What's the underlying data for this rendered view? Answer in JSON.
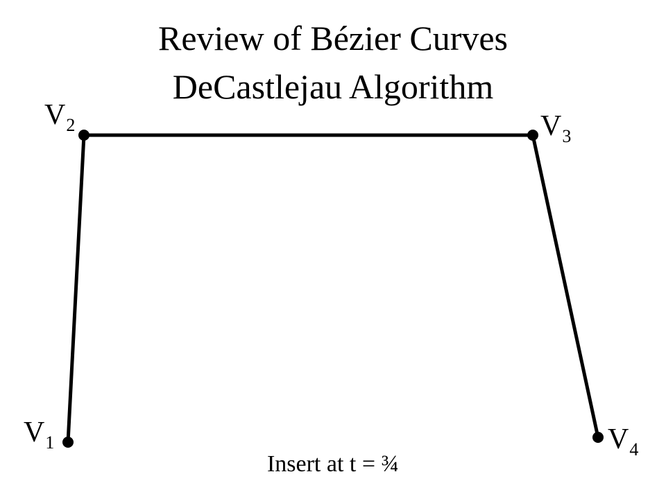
{
  "title": {
    "line1": "Review of Bézier Curves",
    "line2": "DeCastlejau Algorithm"
  },
  "vertices": [
    {
      "id": "v1",
      "letter": "V",
      "index": "1"
    },
    {
      "id": "v2",
      "letter": "V",
      "index": "2"
    },
    {
      "id": "v3",
      "letter": "V",
      "index": "3"
    },
    {
      "id": "v4",
      "letter": "V",
      "index": "4"
    }
  ],
  "caption": "Insert at t = ¾",
  "colors": {
    "ink": "#000000",
    "background": "#ffffff"
  }
}
